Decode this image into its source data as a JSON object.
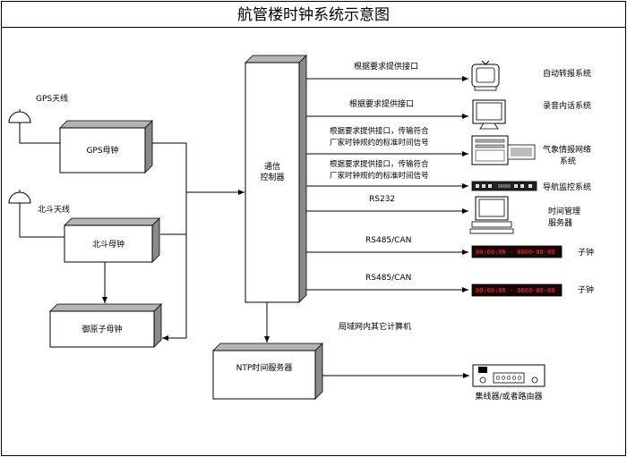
{
  "title": "航管楼时钟系统示意图",
  "antennas": {
    "gps": "GPS天线",
    "beidou": "北斗天线"
  },
  "clocks": {
    "gps_master": "GPS母钟",
    "beidou_master": "北斗母钟",
    "yuyuan": "御原子母钟"
  },
  "controller": {
    "line1": "通信",
    "line2": "控制器"
  },
  "ntp_server": "NTP时间服务器",
  "lan_label": "局域网内其它计算机",
  "connections": [
    {
      "line1": "根据要求提供接口",
      "line2": "",
      "target": "自动转报系统",
      "target2": ""
    },
    {
      "line1": "根据要求提供接口",
      "line2": "",
      "target": "录音内话系统",
      "target2": ""
    },
    {
      "line1": "根据要求提供接口，传输符合",
      "line2": "厂家时钟规约的标准时间信号",
      "target": "气象情报网络",
      "target2": "系统"
    },
    {
      "line1": "根据要求提供接口，传输符合",
      "line2": "厂家时钟规约的标准时间信号",
      "target": "导航监控系统",
      "target2": ""
    },
    {
      "line1": "RS232",
      "line2": "",
      "target": "时间管理",
      "target2": "服务器"
    },
    {
      "line1": "RS485/CAN",
      "line2": "",
      "target": "子钟",
      "target2": ""
    },
    {
      "line1": "RS485/CAN",
      "line2": "",
      "target": "子钟",
      "target2": ""
    }
  ],
  "hub_label": "集线器/或者路由器",
  "colors": {
    "line": "#000000",
    "shadow": "#8a8a8a",
    "led_bg": "#1a0000",
    "led_text": "#ff3a2a"
  }
}
